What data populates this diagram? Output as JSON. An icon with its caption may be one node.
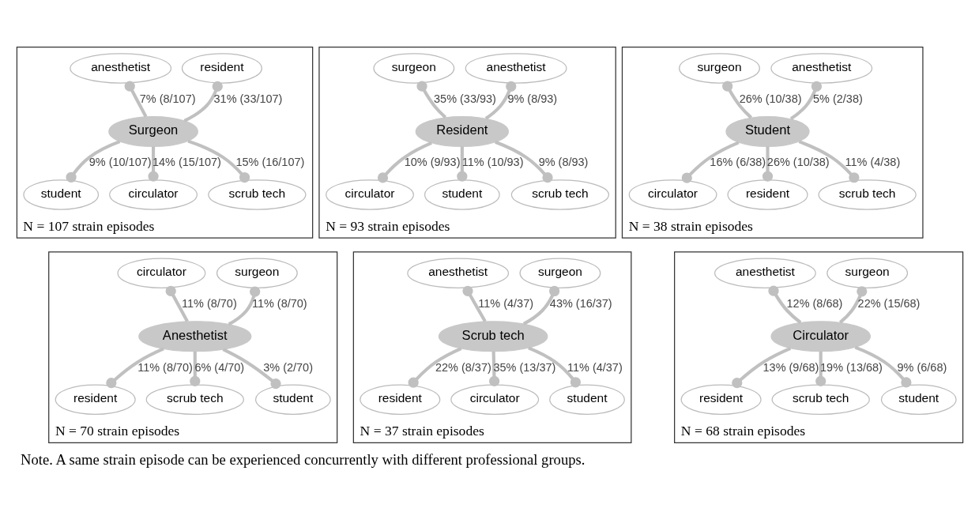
{
  "diagram": {
    "caption": "Note. A same strain episode can be experienced concurrently with different professional groups.",
    "nodes": [
      {
        "text": [
          "N = 107 strain episodes"
        ]
      },
      {
        "text": [
          "Surgeon"
        ],
        "in": 0
      },
      {
        "text": [
          "resident"
        ],
        "in": 0
      },
      {
        "text": [
          "anesthetist"
        ],
        "in": 0
      },
      {
        "text": [
          "student"
        ],
        "in": 0
      },
      {
        "text": [
          "circulator"
        ],
        "in": 0
      },
      {
        "text": [
          "scrub tech"
        ],
        "in": 0
      },
      {
        "text": [
          "N = 93 strain episodes"
        ]
      },
      {
        "text": [
          "Resident"
        ],
        "in": 7
      },
      {
        "text": [
          "anesthetist"
        ],
        "in": 7
      },
      {
        "text": [
          "surgeon"
        ],
        "in": 7
      },
      {
        "text": [
          "circulator"
        ],
        "in": 7
      },
      {
        "text": [
          "student"
        ],
        "in": 7
      },
      {
        "text": [
          "scrub tech"
        ],
        "in": 7
      },
      {
        "text": [
          "N = 38 strain episodes"
        ]
      },
      {
        "text": [
          "Student"
        ],
        "in": 14
      },
      {
        "text": [
          "anesthetist"
        ],
        "in": 14
      },
      {
        "text": [
          "surgeon"
        ],
        "in": 14
      },
      {
        "text": [
          "circulator"
        ],
        "in": 14
      },
      {
        "text": [
          "resident"
        ],
        "in": 14
      },
      {
        "text": [
          "scrub tech"
        ],
        "in": 14
      },
      {
        "text": [
          "N = 70 strain episodes"
        ]
      },
      {
        "text": [
          "Anesthetist"
        ],
        "in": 21
      },
      {
        "text": [
          "surgeon"
        ],
        "in": 21
      },
      {
        "text": [
          "circulator"
        ],
        "in": 21
      },
      {
        "text": [
          "resident"
        ],
        "in": 21
      },
      {
        "text": [
          "scrub tech"
        ],
        "in": 21
      },
      {
        "text": [
          "student"
        ],
        "in": 21
      },
      {
        "text": [
          "N = 37 strain episodes"
        ]
      },
      {
        "text": [
          "Scrub tech"
        ],
        "in": 28
      },
      {
        "text": [
          "surgeon"
        ],
        "in": 28
      },
      {
        "text": [
          "anesthetist"
        ],
        "in": 28
      },
      {
        "text": [
          "resident"
        ],
        "in": 28
      },
      {
        "text": [
          "circulator"
        ],
        "in": 28
      },
      {
        "text": [
          "student"
        ],
        "in": 28
      },
      {
        "text": [
          "N = 68 strain episodes"
        ]
      },
      {
        "text": [
          "Circulator"
        ],
        "in": 35
      },
      {
        "text": [
          "surgeon"
        ],
        "in": 35
      },
      {
        "text": [
          "anesthetist"
        ],
        "in": 35
      },
      {
        "text": [
          "resident"
        ],
        "in": 35
      },
      {
        "text": [
          "scrub tech"
        ],
        "in": 35
      },
      {
        "text": [
          "student"
        ],
        "in": 35
      }
    ],
    "edges": [
      {
        "from": 1,
        "to": 2,
        "arrow": "other",
        "label": "31% (33/107)"
      },
      {
        "from": 1,
        "to": 3,
        "arrow": "other",
        "label": "7% (8/107)"
      },
      {
        "from": 1,
        "to": 4,
        "arrow": "other",
        "label": "9% (10/107)"
      },
      {
        "from": 1,
        "to": 5,
        "arrow": "other",
        "label": "14% (15/107)"
      },
      {
        "from": 1,
        "to": 6,
        "arrow": "other",
        "label": "15% (16/107)"
      },
      {
        "from": 8,
        "to": 9,
        "arrow": "other",
        "label": "9% (8/93)"
      },
      {
        "from": 8,
        "to": 10,
        "arrow": "other",
        "label": "35% (33/93)"
      },
      {
        "from": 8,
        "to": 11,
        "arrow": "other",
        "label": "10% (9/93)"
      },
      {
        "from": 8,
        "to": 12,
        "arrow": "other",
        "label": "11% (10/93)"
      },
      {
        "from": 8,
        "to": 13,
        "arrow": "other",
        "label": "9% (8/93)"
      },
      {
        "from": 15,
        "to": 16,
        "arrow": "other",
        "label": "5% (2/38)"
      },
      {
        "from": 15,
        "to": 17,
        "arrow": "other",
        "label": "26% (10/38)"
      },
      {
        "from": 15,
        "to": 18,
        "arrow": "other",
        "label": "16% (6/38)"
      },
      {
        "from": 15,
        "to": 19,
        "arrow": "other",
        "label": "26% (10/38)"
      },
      {
        "from": 15,
        "to": 20,
        "arrow": "other",
        "label": "11% (4/38)"
      },
      {
        "from": 22,
        "to": 23,
        "arrow": "other",
        "label": "11% (8/70)"
      },
      {
        "from": 22,
        "to": 24,
        "arrow": "other",
        "label": "11% (8/70)"
      },
      {
        "from": 22,
        "to": 25,
        "arrow": "other",
        "label": "11% (8/70)"
      },
      {
        "from": 22,
        "to": 26,
        "arrow": "other",
        "label": "6% (4/70)"
      },
      {
        "from": 22,
        "to": 27,
        "arrow": "other",
        "label": "3% (2/70)"
      },
      {
        "from": 29,
        "to": 30,
        "arrow": "other",
        "label": "43% (16/37)"
      },
      {
        "from": 29,
        "to": 31,
        "arrow": "other",
        "label": "11% (4/37)"
      },
      {
        "from": 29,
        "to": 32,
        "arrow": "other",
        "label": "22% (8/37)"
      },
      {
        "from": 29,
        "to": 33,
        "arrow": "other",
        "label": "35% (13/37)"
      },
      {
        "from": 29,
        "to": 34,
        "arrow": "other",
        "label": "11% (4/37)"
      },
      {
        "from": 36,
        "to": 37,
        "arrow": "other",
        "label": "22% (15/68)"
      },
      {
        "from": 36,
        "to": 38,
        "arrow": "other",
        "label": "12% (8/68)"
      },
      {
        "from": 36,
        "to": 39,
        "arrow": "other",
        "label": "13% (9/68)"
      },
      {
        "from": 36,
        "to": 40,
        "arrow": "other",
        "label": "19% (13/68)"
      },
      {
        "from": 36,
        "to": 41,
        "arrow": "other",
        "label": "9% (6/68)"
      }
    ]
  }
}
